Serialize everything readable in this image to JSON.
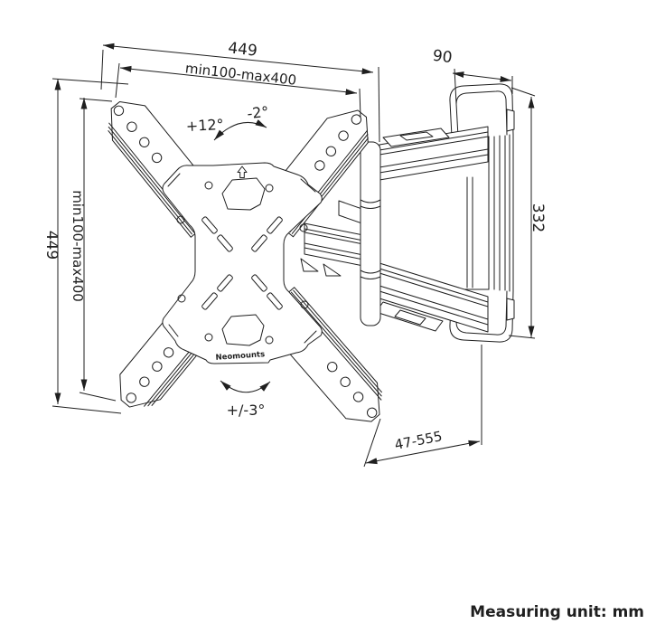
{
  "drawing": {
    "brand_logo": "Neomounts",
    "note": "Measuring unit: mm",
    "dimensions": {
      "plate_width_total": "449",
      "plate_width_vesa": "min100-max400",
      "plate_height_total": "449",
      "plate_height_vesa": "min100-max400",
      "wall_bracket_width": "90",
      "wall_bracket_height": "332",
      "extension_range": "47-555"
    },
    "angles": {
      "tilt_up": "+12°",
      "tilt_down": "-2°",
      "level_adjustment": "+/-3°"
    },
    "colors": {
      "line": "#1f1f1f",
      "background": "#ffffff"
    }
  }
}
